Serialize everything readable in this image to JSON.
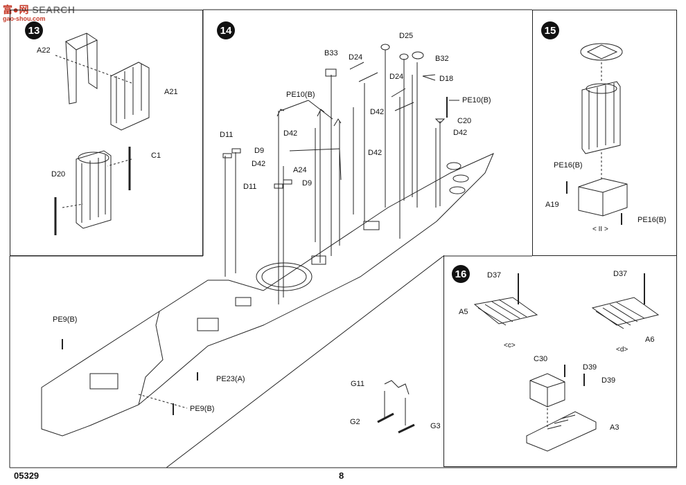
{
  "watermark": {
    "brand_red": "富●网",
    "brand_grey": "SEARCH",
    "sub": "gao-shou.com"
  },
  "footer": {
    "code": "05329",
    "page": "8"
  },
  "steps": {
    "s13": {
      "num": "13",
      "labels": [
        "A22",
        "A21",
        "C1",
        "D20"
      ]
    },
    "s14": {
      "num": "14",
      "labels": [
        "B33",
        "D24",
        "D25",
        "B32",
        "D24",
        "D18",
        "PE10(B)",
        "PE10(B)",
        "D42",
        "C20",
        "D42",
        "D11",
        "D9",
        "D42",
        "D42",
        "D42",
        "A24",
        "D11",
        "D9"
      ]
    },
    "s15": {
      "num": "15",
      "labels": [
        "PE16(B)",
        "A19",
        "PE16(B)",
        "< II >"
      ]
    },
    "s16": {
      "num": "16",
      "labels": [
        "D37",
        "D37",
        "A5",
        "<c>",
        "A6",
        "<d>",
        "C30",
        "D39",
        "D39",
        "A3"
      ]
    },
    "hull": {
      "labels": [
        "PE9(B)",
        "PE23(A)",
        "PE9(B)",
        "G11",
        "G2",
        "G3"
      ]
    }
  },
  "colors": {
    "ink": "#222222",
    "step_circle": "#111111",
    "watermark_red": "#c63b2a"
  }
}
